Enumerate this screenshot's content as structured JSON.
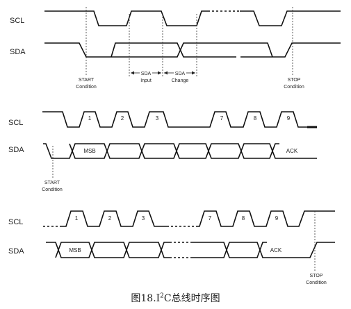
{
  "diagram1": {
    "scl_label": "SCL",
    "sda_label": "SDA",
    "start_line1": "START",
    "start_line2": "Condition",
    "sda_input_line1": "SDA",
    "sda_input_line2": "Input",
    "sda_change_line1": "SDA",
    "sda_change_line2": "Change",
    "stop_line1": "STOP",
    "stop_line2": "Condition"
  },
  "diagram2": {
    "scl_label": "SCL",
    "sda_label": "SDA",
    "clock_numbers": [
      "1",
      "2",
      "3",
      "7",
      "8",
      "9"
    ],
    "msb_label": "MSB",
    "ack_label": "ACK",
    "start_line1": "START",
    "start_line2": "Condition"
  },
  "diagram3": {
    "scl_label": "SCL",
    "sda_label": "SDA",
    "clock_numbers": [
      "1",
      "2",
      "3",
      "7",
      "8",
      "9"
    ],
    "msb_label": "MSB",
    "ack_label": "ACK",
    "stop_line1": "STOP",
    "stop_line2": "Condition"
  },
  "caption": {
    "prefix": "图18.I",
    "superscript": "2",
    "suffix": "C总线时序图"
  }
}
